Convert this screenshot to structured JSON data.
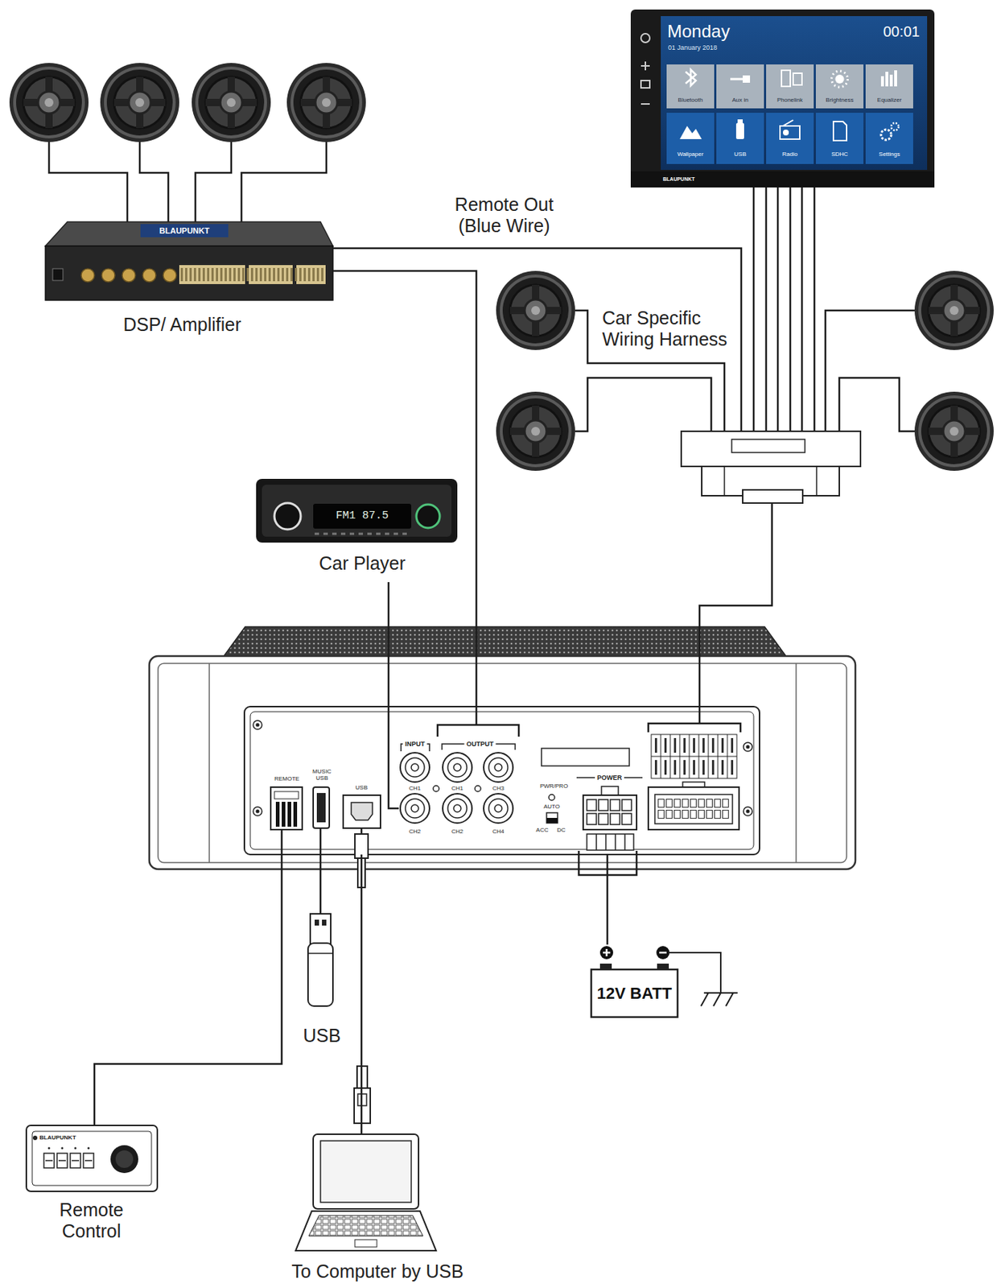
{
  "diagram": {
    "nodes": [
      {
        "text": [
          "BLAUPUNKT",
          "DSP/ Amplifier"
        ]
      },
      {
        "text": [
          "Monday",
          "01 January 2018",
          "00:01",
          "Bluetooth",
          "Aux in",
          "Phonelink",
          "Brightness",
          "Equalizer",
          "Wallpaper",
          "USB",
          "Radio",
          "SDHC",
          "Settings",
          "BLAUPUNKT"
        ]
      },
      {
        "text": [
          "Car Specific Wiring Harness"
        ]
      },
      {
        "text": [
          "FM1 87.5",
          "Car Player"
        ]
      },
      {
        "text": [
          "REMOTE",
          "MUSIC USB",
          "USB",
          "INPUT",
          "OUTPUT",
          "CH1",
          "CH2",
          "CH1",
          "CH3",
          "CH2",
          "CH4",
          "PWR/PRO",
          "AUTO",
          "ACC",
          "DC",
          "POWER"
        ]
      },
      {
        "text": [
          "USB"
        ]
      },
      {
        "text": [
          "12V BATT"
        ]
      },
      {
        "text": [
          "BLAUPUNKT",
          "Remote Control"
        ]
      },
      {
        "text": [
          "To Computer by USB"
        ]
      }
    ],
    "edges": [
      {
        "from": 0,
        "to": 2,
        "arrow": "none",
        "label": "Remote Out (Blue Wire)"
      },
      {
        "from": 0,
        "to": 4,
        "arrow": "none"
      },
      {
        "from": 1,
        "to": 2,
        "arrow": "none"
      },
      {
        "from": 2,
        "to": 4,
        "arrow": "none"
      },
      {
        "from": 3,
        "to": 4,
        "arrow": "none"
      },
      {
        "from": 4,
        "to": 5,
        "arrow": "none"
      },
      {
        "from": 4,
        "to": 6,
        "arrow": "none"
      },
      {
        "from": 4,
        "to": 7,
        "arrow": "none"
      },
      {
        "from": 4,
        "to": 8,
        "arrow": "none"
      }
    ]
  }
}
